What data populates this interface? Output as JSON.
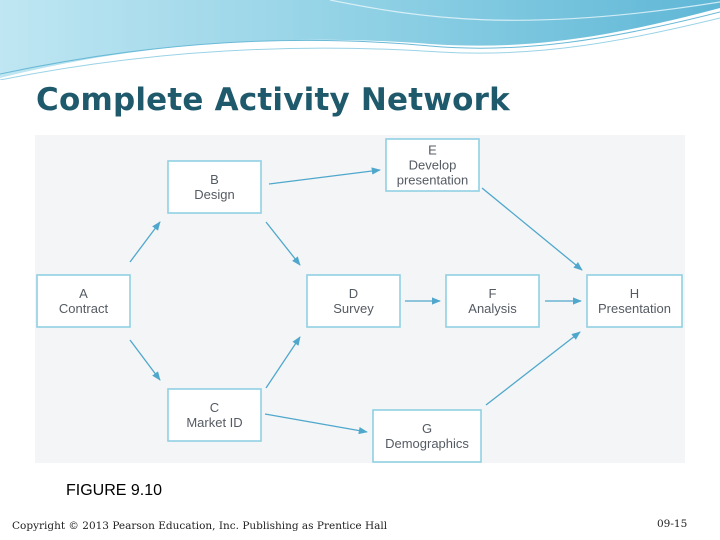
{
  "slide": {
    "title": "Complete Activity Network",
    "caption": "FIGURE 9.10",
    "copyright": "Copyright © 2013 Pearson Education, Inc. Publishing as Prentice Hall",
    "slide_number": "09-15"
  },
  "network": {
    "nodes": [
      {
        "id": "A",
        "letter": "A",
        "lines": [
          "Contract"
        ]
      },
      {
        "id": "B",
        "letter": "B",
        "lines": [
          "Design"
        ]
      },
      {
        "id": "C",
        "letter": "C",
        "lines": [
          "Market ID"
        ]
      },
      {
        "id": "D",
        "letter": "D",
        "lines": [
          "Survey"
        ]
      },
      {
        "id": "E",
        "letter": "E",
        "lines": [
          "Develop",
          "presentation"
        ]
      },
      {
        "id": "F",
        "letter": "F",
        "lines": [
          "Analysis"
        ]
      },
      {
        "id": "G",
        "letter": "G",
        "lines": [
          "Demographics"
        ]
      },
      {
        "id": "H",
        "letter": "H",
        "lines": [
          "Presentation"
        ]
      }
    ],
    "edges": [
      {
        "from": "A",
        "to": "B"
      },
      {
        "from": "A",
        "to": "C"
      },
      {
        "from": "B",
        "to": "E"
      },
      {
        "from": "B",
        "to": "D"
      },
      {
        "from": "C",
        "to": "D"
      },
      {
        "from": "C",
        "to": "G"
      },
      {
        "from": "D",
        "to": "F"
      },
      {
        "from": "E",
        "to": "H"
      },
      {
        "from": "F",
        "to": "H"
      },
      {
        "from": "G",
        "to": "H"
      }
    ]
  },
  "colors": {
    "title": "#1f5a6c",
    "node_border": "#8fd0e3",
    "edge": "#4fa8cc",
    "header_wave": "#7cc6df"
  }
}
